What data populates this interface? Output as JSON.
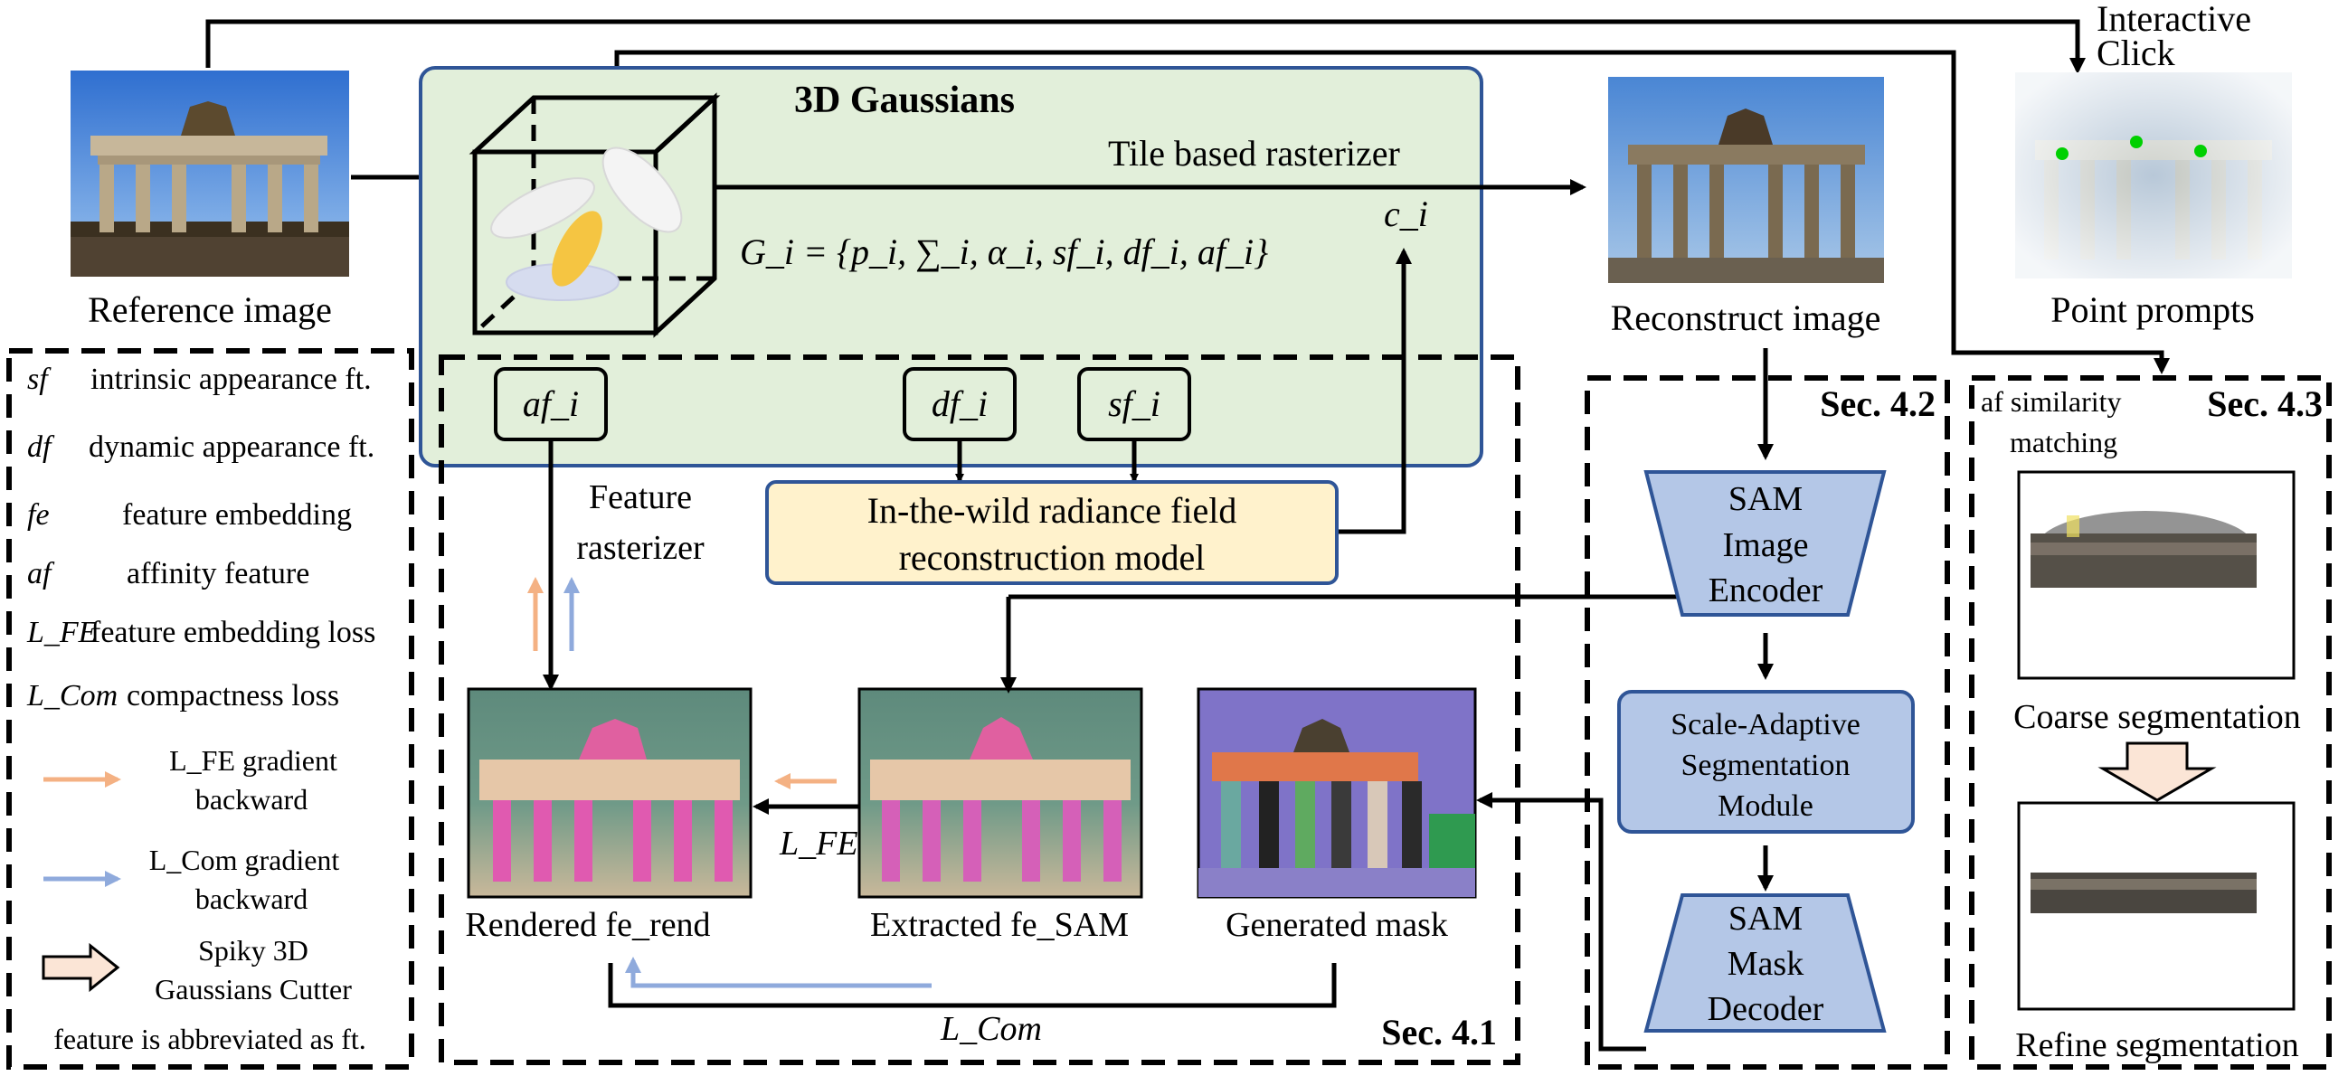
{
  "labels": {
    "reference_image": "Reference image",
    "interactive_click_1": "Interactive",
    "interactive_click_2": "Click",
    "gaussians_title": "3D Gaussians",
    "tile_rasterizer": "Tile based rasterizer",
    "gaussian_formula": "G_i = {p_i, ∑_i, α_i, sf_i, df_i, af_i}",
    "ci": "c_i",
    "reconstruct_image": "Reconstruct image",
    "point_prompts": "Point prompts",
    "af_box": "af_i",
    "df_box": "df_i",
    "sf_box": "sf_i",
    "feature_rasterizer_1": "Feature",
    "feature_rasterizer_2": "rasterizer",
    "itw_model_1": "In-the-wild radiance field",
    "itw_model_2": "reconstruction model",
    "rendered_fe": "Rendered fe_rend",
    "extracted_fe": "Extracted fe_SAM",
    "generated_mask": "Generated mask",
    "lfe": "L_FE",
    "lcom": "L_Com",
    "sec41": "Sec. 4.1",
    "sec42": "Sec. 4.2",
    "sec43": "Sec. 4.3",
    "sam_encoder": [
      "SAM",
      "Image",
      "Encoder"
    ],
    "sasm": [
      "Scale-Adaptive",
      "Segmentation",
      "Module"
    ],
    "sam_decoder": [
      "SAM",
      "Mask",
      "Decoder"
    ],
    "af_similarity_1": "af similarity",
    "af_similarity_2": "matching",
    "coarse_seg": "Coarse segmentation",
    "refine_seg": "Refine segmentation"
  },
  "legend": [
    {
      "sym": "sf",
      "desc": "intrinsic appearance ft."
    },
    {
      "sym": "df",
      "desc": "dynamic appearance ft."
    },
    {
      "sym": "fe",
      "desc": "feature embedding"
    },
    {
      "sym": "af",
      "desc": "affinity feature"
    },
    {
      "sym": "L_FE",
      "desc": "feature embedding loss"
    },
    {
      "sym": "L_Com",
      "desc": "compactness loss"
    }
  ],
  "legend_arrows": [
    {
      "line1": "L_FE gradient",
      "line2": "backward",
      "color": "#f4b183"
    },
    {
      "line1": "L_Com gradient",
      "line2": "backward",
      "color": "#8faadc"
    }
  ],
  "legend_cutter": [
    "Spiky 3D",
    "Gaussians Cutter"
  ],
  "legend_footer": "feature is abbreviated as ft.",
  "colors": {
    "green_panel": "#e2efda",
    "green_border": "#2f5597",
    "yellow_box": "#fff2cc",
    "blue_module": "#b4c7e7",
    "orange_arrow": "#f4b183",
    "blue_arrow": "#8faadc",
    "point_green": "#00d000"
  }
}
